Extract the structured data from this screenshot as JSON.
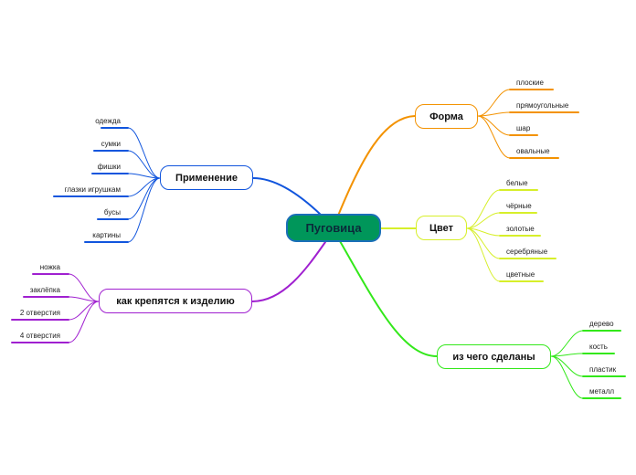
{
  "root": {
    "label": "Пуговица",
    "fill": "#00965a",
    "border": "#1a6fb8"
  },
  "branches": {
    "forma": {
      "label": "Форма",
      "color": "#f39200",
      "items": [
        "плоские",
        "прямоугольные",
        "шар",
        "овальные"
      ]
    },
    "tsvet": {
      "label": "Цвет",
      "color": "#d7ef2a",
      "items": [
        "белые",
        "чёрные",
        "золотые",
        "серебряные",
        "цветные"
      ]
    },
    "material": {
      "label": "из чего сделаны",
      "color": "#33e81a",
      "items": [
        "дерево",
        "кость",
        "пластик",
        "металл"
      ]
    },
    "primenenie": {
      "label": "Применение",
      "color": "#1155dd",
      "items": [
        "одежда",
        "сумки",
        "фишки",
        "глазки игрушкам",
        "бусы",
        "картины"
      ]
    },
    "krepyatsya": {
      "label": "как крепятся к изделию",
      "color": "#a020d0",
      "items": [
        "ножка",
        "заклёпка",
        "2 отверстия",
        "4 отверстия"
      ]
    }
  }
}
